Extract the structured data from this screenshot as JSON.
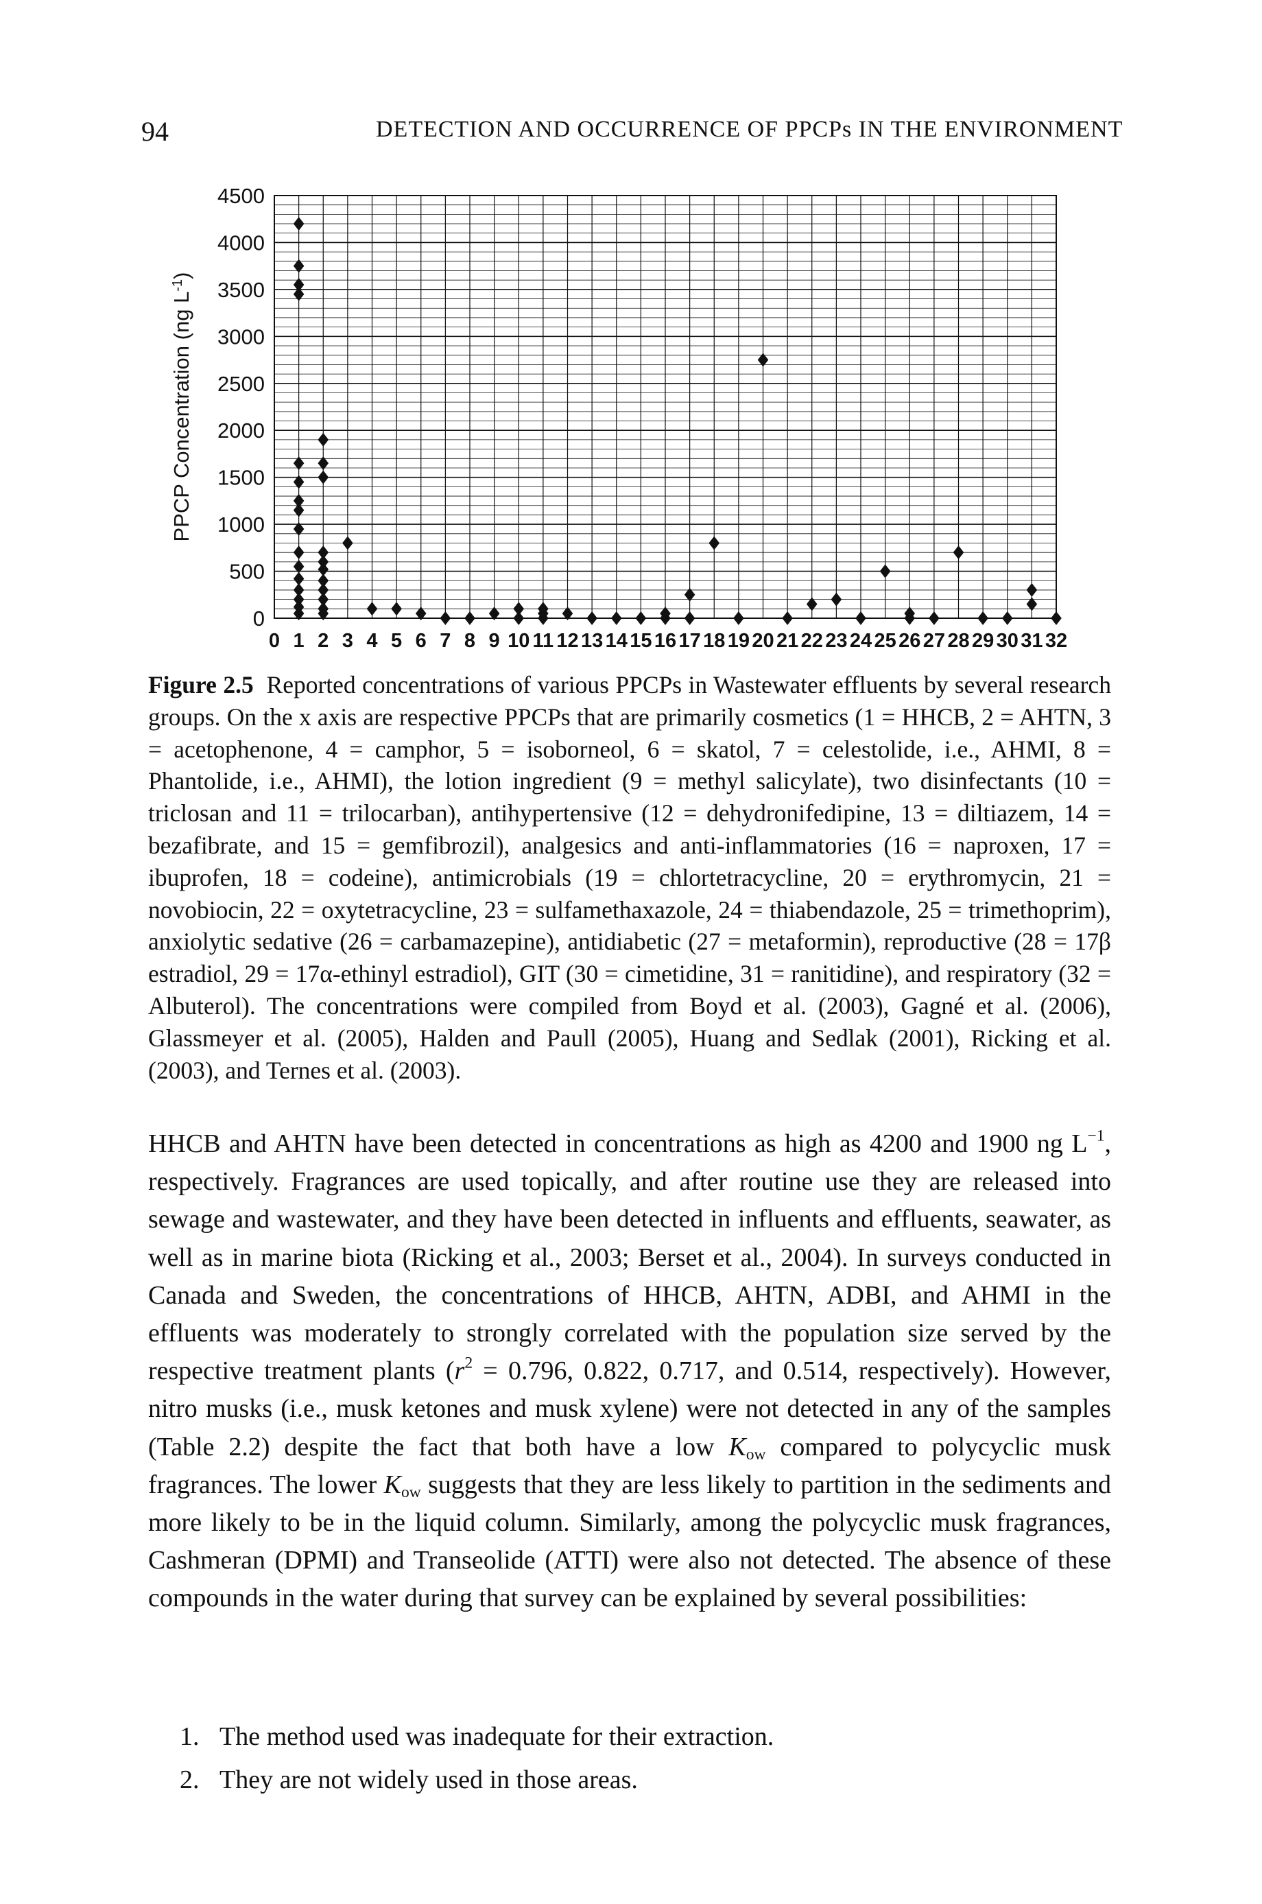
{
  "header": {
    "page_number": "94",
    "running_head": "DETECTION AND OCCURRENCE OF PPCPs IN THE ENVIRONMENT"
  },
  "chart_data": {
    "type": "scatter",
    "title": "",
    "xlabel": "",
    "ylabel": "PPCP Concentration (ng L-1)",
    "ylabel_main": "PPCP Concentration (ng L",
    "ylabel_sup": "-1",
    "ylabel_end": ")",
    "xlim": [
      0,
      32
    ],
    "ylim": [
      0,
      4500
    ],
    "yticks": [
      "0",
      "500",
      "1000",
      "1500",
      "2000",
      "2500",
      "3000",
      "3500",
      "4000",
      "4500"
    ],
    "xticks": [
      "0",
      "1",
      "2",
      "3",
      "4",
      "5",
      "6",
      "7",
      "8",
      "9",
      "10",
      "11",
      "12",
      "13",
      "14",
      "15",
      "16",
      "17",
      "18",
      "19",
      "20",
      "21",
      "22",
      "23",
      "24",
      "25",
      "26",
      "27",
      "28",
      "29",
      "30",
      "31",
      "32"
    ],
    "grid": true,
    "marker": "diamond",
    "series": [
      {
        "points": [
          [
            1,
            4200
          ],
          [
            1,
            3750
          ],
          [
            1,
            3550
          ],
          [
            1,
            3450
          ],
          [
            1,
            1650
          ],
          [
            1,
            1450
          ],
          [
            1,
            1250
          ],
          [
            1,
            1150
          ],
          [
            1,
            950
          ],
          [
            1,
            700
          ],
          [
            1,
            550
          ],
          [
            1,
            420
          ],
          [
            1,
            300
          ],
          [
            1,
            200
          ],
          [
            1,
            120
          ],
          [
            1,
            50
          ],
          [
            2,
            1900
          ],
          [
            2,
            1650
          ],
          [
            2,
            1500
          ],
          [
            2,
            700
          ],
          [
            2,
            600
          ],
          [
            2,
            520
          ],
          [
            2,
            400
          ],
          [
            2,
            300
          ],
          [
            2,
            200
          ],
          [
            2,
            100
          ],
          [
            2,
            50
          ],
          [
            3,
            800
          ],
          [
            4,
            100
          ],
          [
            5,
            100
          ],
          [
            6,
            50
          ],
          [
            7,
            0
          ],
          [
            8,
            0
          ],
          [
            9,
            50
          ],
          [
            10,
            100
          ],
          [
            10,
            0
          ],
          [
            11,
            100
          ],
          [
            11,
            50
          ],
          [
            11,
            0
          ],
          [
            12,
            50
          ],
          [
            13,
            0
          ],
          [
            14,
            0
          ],
          [
            15,
            0
          ],
          [
            16,
            50
          ],
          [
            16,
            0
          ],
          [
            17,
            250
          ],
          [
            17,
            0
          ],
          [
            18,
            800
          ],
          [
            19,
            0
          ],
          [
            20,
            2750
          ],
          [
            21,
            0
          ],
          [
            22,
            150
          ],
          [
            23,
            200
          ],
          [
            24,
            0
          ],
          [
            25,
            500
          ],
          [
            26,
            50
          ],
          [
            26,
            0
          ],
          [
            27,
            0
          ],
          [
            28,
            700
          ],
          [
            29,
            0
          ],
          [
            30,
            0
          ],
          [
            31,
            300
          ],
          [
            31,
            150
          ],
          [
            32,
            0
          ]
        ]
      }
    ]
  },
  "caption": {
    "label": "Figure 2.5",
    "text": "Reported concentrations of various PPCPs in Wastewater effluents by several research groups. On the x axis are respective PPCPs that are primarily cosmetics (1 = HHCB, 2 = AHTN, 3 = acetophenone, 4 = camphor, 5 = isoborneol, 6 = skatol, 7 = celestolide, i.e., AHMI, 8 = Phantolide, i.e., AHMI), the lotion ingredient (9 = methyl salicylate), two disinfectants (10 = triclosan and 11 = trilocarban), antihypertensive (12 = dehydronifedipine, 13 = diltiazem, 14 = bezafibrate, and 15 = gemfibrozil), analgesics and anti-inflammatories (16 = naproxen, 17 = ibuprofen, 18 = codeine), antimicrobials (19 = chlortetracycline, 20 = erythromycin, 21 = novobiocin, 22 = oxytetracycline, 23 = sulfamethaxazole, 24 = thiabendazole, 25 = trimethoprim), anxiolytic sedative (26 = carbamazepine), antidiabetic (27 = metaformin), reproductive (28 = 17β estradiol, 29 = 17α-ethinyl estradiol), GIT (30 = cimetidine, 31 = ranitidine), and respiratory (32 = Albuterol). The concentrations were compiled from Boyd et al. (2003), Gagné et al. (2006), Glassmeyer et al. (2005), Halden and Paull (2005), Huang and Sedlak (2001), Ricking et al. (2003), and Ternes et al. (2003)."
  },
  "body": {
    "p1_a": "HHCB and AHTN have been detected in concentrations as high as 4200 and 1900 ng L",
    "p1_sup1": "−1",
    "p1_b": ", respectively. Fragrances are used topically, and after routine use they are released into sewage and wastewater, and they have been detected in influents and effluents, seawater, as well as in marine biota (Ricking et al., 2003; Berset et al., 2004). In surveys conducted in Canada and Sweden, the concentrations of HHCB, AHTN, ADBI, and AHMI in the effluents was moderately to strongly correlated with the population size served by the respective treatment plants (",
    "p1_r": "r",
    "p1_sup2": "2",
    "p1_c": " = 0.796, 0.822, 0.717, and 0.514, respectively). However, nitro musks (i.e., musk ketones and musk xylene) were not detected in any of the samples (Table 2.2) despite the fact that both have a low ",
    "p1_k1": "K",
    "p1_sub1": "ow",
    "p1_d": " compared to polycyclic musk fragrances. The lower ",
    "p1_k2": "K",
    "p1_sub2": "ow",
    "p1_e": " suggests that they are less likely to partition in the sediments and more likely to be in the liquid column. Similarly, among the polycyclic musk fragrances, Cashmeran (DPMI) and Transeolide (ATTI) were also not detected. The absence of these compounds in the water during that survey can be explained by several possibilities:"
  },
  "list": [
    {
      "num": "1.",
      "text": "The method used was inadequate for their extraction."
    },
    {
      "num": "2.",
      "text": "They are not widely used in those areas."
    }
  ]
}
